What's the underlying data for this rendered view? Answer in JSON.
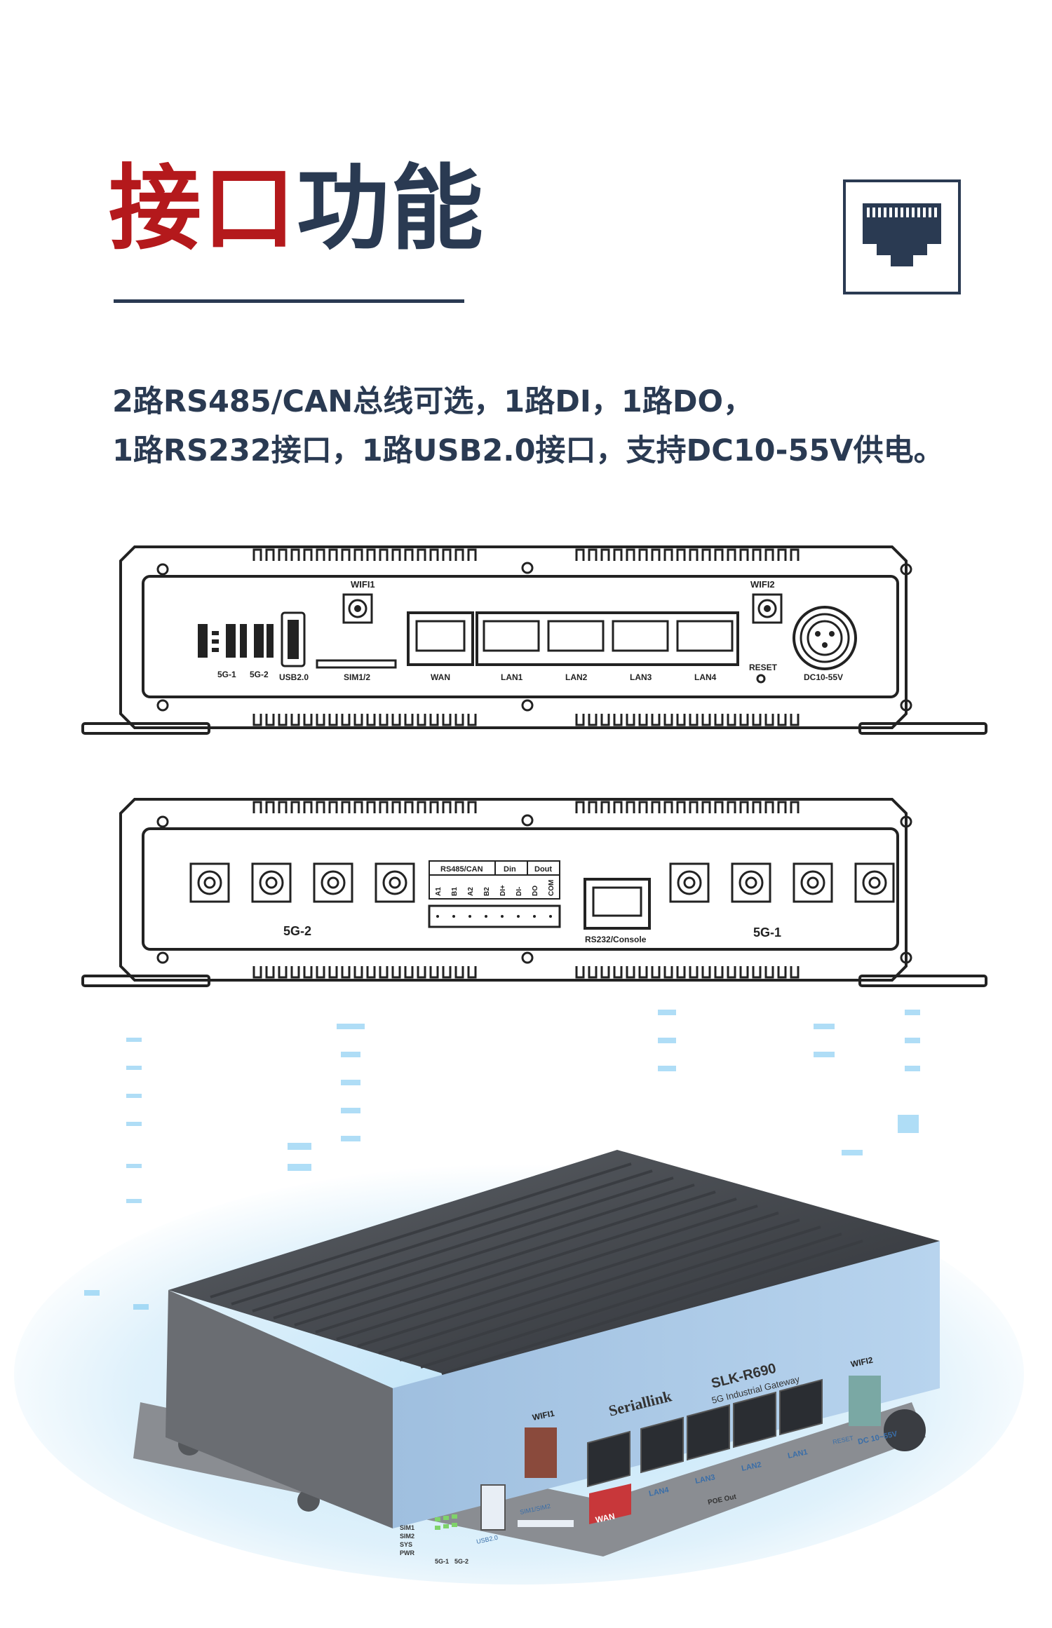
{
  "header": {
    "title_red": "接口",
    "title_dark": "功能"
  },
  "description": {
    "line1": "2路RS485/CAN总线可选，1路DI，1路DO，",
    "line2": "1路RS232接口，1路USB2.0接口，支持DC10-55V供电。"
  },
  "front_panel": {
    "wifi1": "WIFI1",
    "wifi2": "WIFI2",
    "led_5g1": "5G-1",
    "led_5g2": "5G-2",
    "usb": "USB2.0",
    "sim": "SIM1/2",
    "wan": "WAN",
    "lan1": "LAN1",
    "lan2": "LAN2",
    "lan3": "LAN3",
    "lan4": "LAN4",
    "reset": "RESET",
    "power": "DC10-55V"
  },
  "rear_panel": {
    "group_5g2": "5G-2",
    "group_5g1": "5G-1",
    "rs485": "RS485/CAN",
    "din": "Din",
    "dout": "Dout",
    "pins": [
      "A1",
      "B1",
      "A2",
      "B2",
      "DI+",
      "DI-",
      "DO",
      "COM"
    ],
    "rs232": "RS232/Console"
  },
  "device": {
    "brand": "Seriallink",
    "model": "SLK-R690",
    "subtitle": "5G Industrial Gateway",
    "wifi1": "WIFI1",
    "wifi2": "WIFI2",
    "leds": [
      "SIM1",
      "SIM2",
      "SYS",
      "PWR"
    ],
    "led_5g1": "5G-1",
    "led_5g2": "5G-2",
    "usb": "USB2.0",
    "sim": "SIM1/SIM2",
    "wan": "WAN",
    "lans": [
      "LAN4",
      "LAN3",
      "LAN2",
      "LAN1"
    ],
    "poe": "POE Out",
    "reset": "RESET",
    "power": "DC 10~55V"
  },
  "colors": {
    "accent_red": "#b4191c",
    "navy": "#2a3a52",
    "device_panel": "#a8c8e8",
    "glow_blue": "#6ec3f0"
  }
}
